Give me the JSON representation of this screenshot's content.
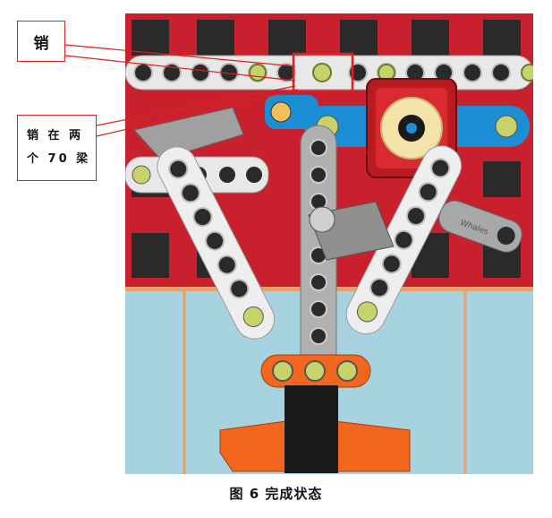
{
  "callouts": {
    "pin_label": "销",
    "pin_beam_line1": "销 在 两",
    "pin_beam_line2": "个 70 梁"
  },
  "caption": "图 6  完成状态",
  "beam_print": "Whales",
  "colors": {
    "background_red": "#c8202c",
    "floor_blue": "#a7d3e0",
    "beam_white": "#e8e8e8",
    "beam_grey": "#a8a8a8",
    "connector_blue": "#1c8fd4",
    "connector_orange": "#f2661d",
    "pin_green": "#c7d36a",
    "callout_red": "#e02020"
  }
}
